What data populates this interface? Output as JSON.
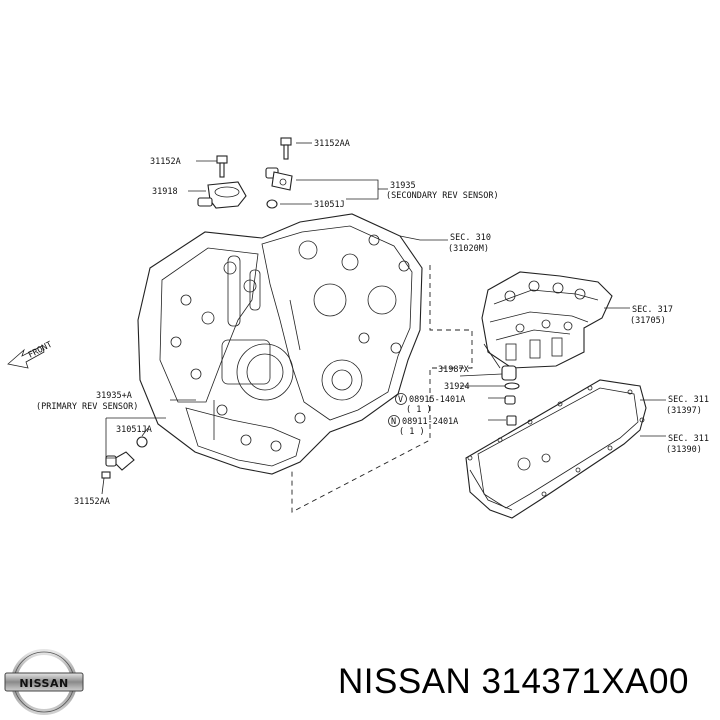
{
  "brand": {
    "logo_text": "NISSAN"
  },
  "caption": "NISSAN 314371XA00",
  "labels": {
    "p31152AA_top": "31152AA",
    "p31152A": "31152A",
    "p31918": "31918",
    "p31935": "31935",
    "secondary_sensor": "(SECONDARY REV SENSOR)",
    "p31051J": "31051J",
    "sec310": "SEC. 310",
    "sec310_sub": "(31020M)",
    "sec317": "SEC. 317",
    "sec317_sub": "(31705)",
    "front": "FRONT",
    "p31987X": "31987X",
    "p31924": "31924",
    "v_code": "V",
    "p08915": "08915-1401A",
    "p08915_qty": "( 1 )",
    "n_code": "N",
    "p08911": "08911-2401A",
    "p08911_qty": "( 1 )",
    "sec311a": "SEC. 311",
    "sec311a_sub": "(31397)",
    "sec311b": "SEC. 311",
    "sec311b_sub": "(31390)",
    "p31935A": "31935+A",
    "primary_sensor": "(PRIMARY REV SENSOR)",
    "p31051JA": "31051JA",
    "p31152AA_bottom": "31152AA"
  }
}
